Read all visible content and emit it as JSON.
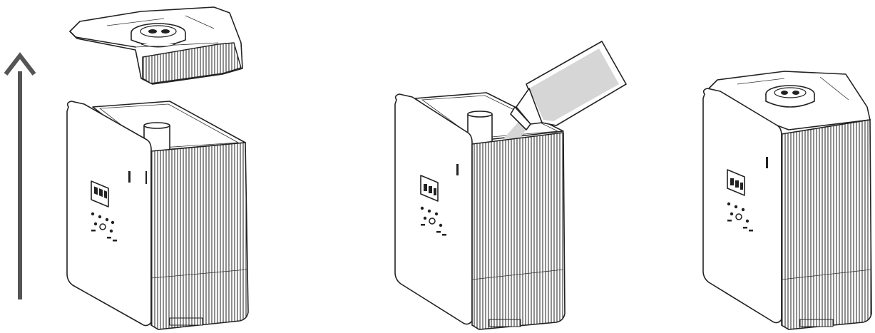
{
  "diagram": {
    "steps": [
      {
        "action": "remove-top-cover"
      },
      {
        "action": "pour-water-into-tank"
      },
      {
        "action": "replace-top-cover"
      }
    ],
    "colors": {
      "line": "#222222",
      "arrow": "#555555",
      "water": "#d6d6d6",
      "background": "#ffffff"
    },
    "icons": [
      "up-arrow-icon",
      "bottle-icon",
      "control-panel-icon"
    ]
  }
}
